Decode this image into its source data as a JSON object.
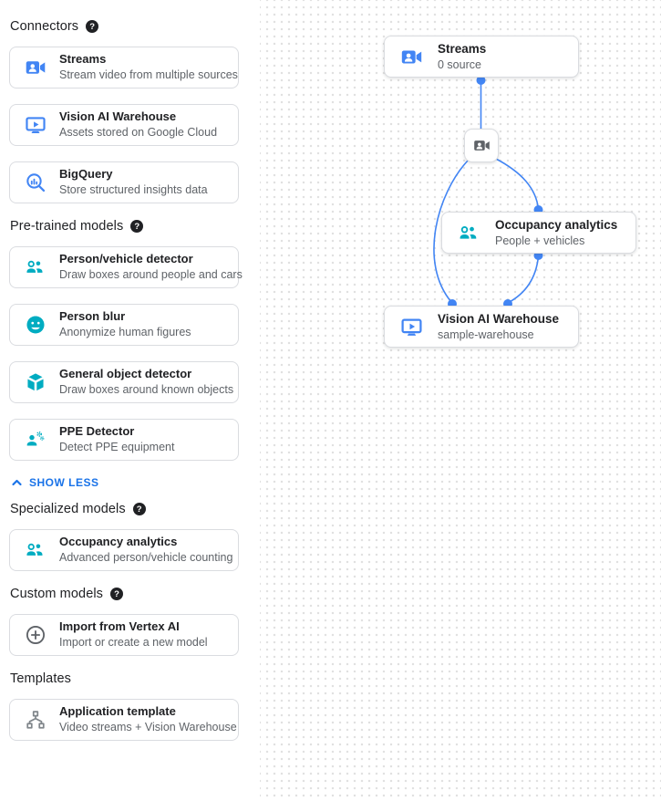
{
  "colors": {
    "icon_blue": "#4285f4",
    "icon_teal": "#00acc1",
    "edge_blue": "#4285f4",
    "link_blue": "#1a73e8",
    "icon_gray": "#5f6368",
    "hub_gray": "#80868b",
    "border": "#dadce0",
    "title_text": "#202124",
    "subtitle_text": "#5f6368"
  },
  "sidebar": {
    "show_less": "SHOW LESS",
    "sections": [
      {
        "title": "Connectors",
        "items": [
          {
            "icon": "streams-icon",
            "title": "Streams",
            "subtitle": "Stream video from multiple sources"
          },
          {
            "icon": "warehouse-icon",
            "title": "Vision AI Warehouse",
            "subtitle": "Assets stored on Google Cloud"
          },
          {
            "icon": "bigquery-icon",
            "title": "BigQuery",
            "subtitle": "Store structured insights data"
          }
        ]
      },
      {
        "title": "Pre-trained models",
        "items": [
          {
            "icon": "people-icon",
            "title": "Person/vehicle detector",
            "subtitle": "Draw boxes around people and cars"
          },
          {
            "icon": "face-blur-icon",
            "title": "Person blur",
            "subtitle": "Anonymize human figures"
          },
          {
            "icon": "cube-icon",
            "title": "General object detector",
            "subtitle": "Draw boxes around known objects"
          },
          {
            "icon": "ppe-icon",
            "title": "PPE Detector",
            "subtitle": "Detect PPE equipment"
          }
        ]
      },
      {
        "title": "Specialized models",
        "items": [
          {
            "icon": "people-icon",
            "title": "Occupancy analytics",
            "subtitle": "Advanced person/vehicle counting"
          }
        ]
      },
      {
        "title": "Custom models",
        "items": [
          {
            "icon": "plus-circle-icon",
            "title": "Import from Vertex AI",
            "subtitle": "Import or create a new model"
          }
        ]
      },
      {
        "title": "Templates",
        "items": [
          {
            "icon": "hub-icon",
            "title": "Application template",
            "subtitle": "Video streams + Vision Warehouse"
          }
        ]
      }
    ]
  },
  "canvas": {
    "nodes": {
      "streams": {
        "title": "Streams",
        "subtitle": "0 source"
      },
      "occupancy": {
        "title": "Occupancy analytics",
        "subtitle": "People + vehicles"
      },
      "warehouse": {
        "title": "Vision AI Warehouse",
        "subtitle": "sample-warehouse"
      }
    }
  }
}
